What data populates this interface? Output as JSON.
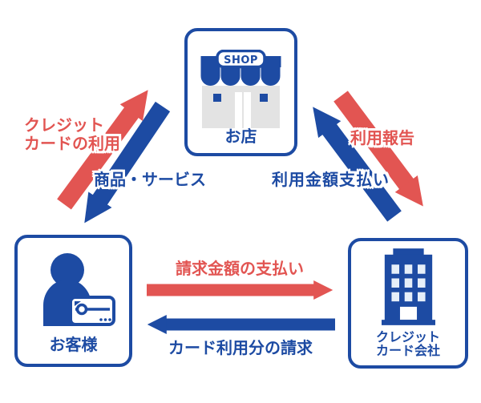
{
  "colors": {
    "blue": "#1d4ba3",
    "red": "#e25552",
    "light_gray": "#e3e3e3",
    "window_light": "#e6eff9",
    "white": "#ffffff"
  },
  "nodes": {
    "shop": {
      "label": "お店",
      "sign": "SHOP"
    },
    "customer": {
      "label": "お客様"
    },
    "card_company": {
      "line1": "クレジット",
      "line2": "カード会社"
    }
  },
  "flows": {
    "credit_card_use": {
      "line1": "クレジット",
      "line2": "カードの利用",
      "direction": "customer to shop",
      "color": "red"
    },
    "goods_services": {
      "label": "商品・サービス",
      "direction": "shop to customer",
      "color": "blue"
    },
    "usage_report": {
      "label": "利用報告",
      "direction": "shop to card company",
      "color": "red"
    },
    "usage_amount_payment": {
      "label": "利用金額支払い",
      "direction": "card company to shop",
      "color": "blue"
    },
    "billed_amount_payment": {
      "label": "請求金額の支払い",
      "direction": "customer to card company",
      "color": "red"
    },
    "card_usage_billing": {
      "label": "カード利用分の請求",
      "direction": "card company to customer",
      "color": "blue"
    }
  },
  "icons": {
    "shop": "storefront-icon",
    "customer": "person-with-credit-card-icon",
    "card_company": "office-building-icon"
  }
}
